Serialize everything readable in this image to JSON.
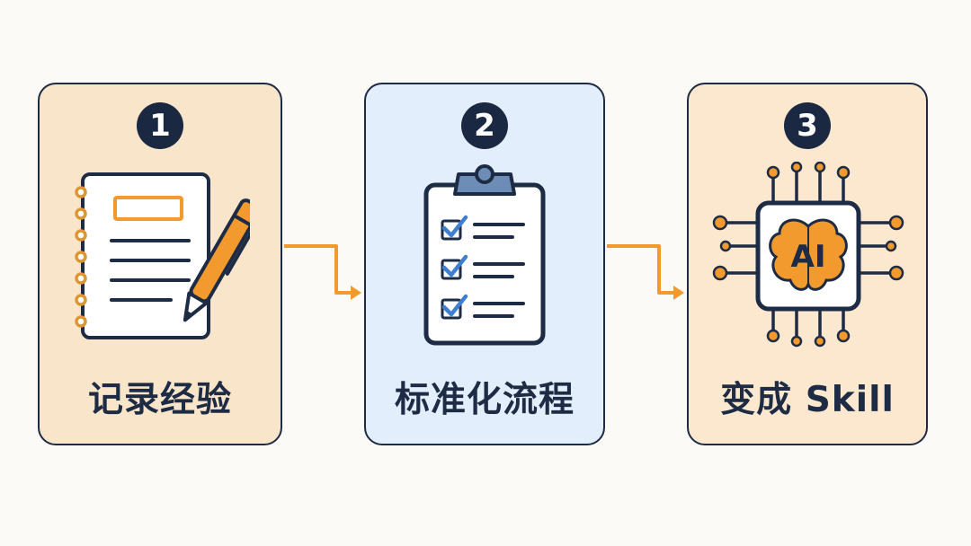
{
  "steps": [
    {
      "number": "1",
      "label": "记录经验",
      "icon": "notebook-pen-icon"
    },
    {
      "number": "2",
      "label": "标准化流程",
      "icon": "clipboard-checklist-icon"
    },
    {
      "number": "3",
      "label": "变成 Skill",
      "icon": "ai-chip-brain-icon",
      "icon_text": "AI"
    }
  ],
  "colors": {
    "navy": "#1d2b44",
    "orange": "#f29a2e",
    "checkmark_blue": "#3f7fd0",
    "card_1_bg": "#f9e5ca",
    "card_2_bg": "#e2eefb",
    "card_3_bg": "#fbe8cf"
  }
}
